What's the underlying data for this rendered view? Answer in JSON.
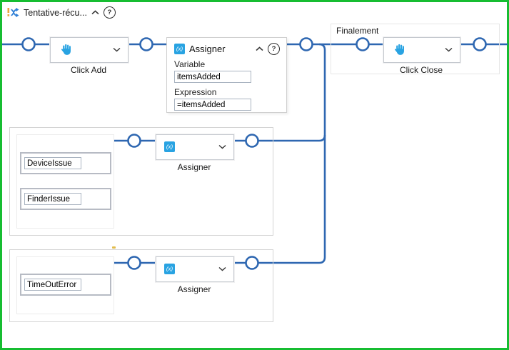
{
  "window": {
    "title": "Tentative-récu..."
  },
  "colors": {
    "selection_border_green": "#16bd31",
    "flow_line_blue": "#2e67b1",
    "activity_icon_blue": "#29a3e2",
    "warning_yellow": "#e2bd4e"
  },
  "icons": {
    "help_glyph": "?",
    "assign_glyph": "(x)"
  },
  "try_block": {
    "activity_click_add": {
      "label": "Click Add"
    },
    "activity_assign": {
      "title": "Assigner",
      "variable_label": "Variable",
      "variable_value": "itemsAdded",
      "expression_label": "Expression",
      "expression_value": "=itemsAdded"
    }
  },
  "finally_block": {
    "label": "Finalement",
    "activity_click_close": {
      "label": "Click Close"
    }
  },
  "catch_blocks": [
    {
      "exception_types": [
        "DeviceIssue",
        "FinderIssue"
      ],
      "activity": {
        "label": "Assigner"
      }
    },
    {
      "exception_types": [
        "TimeOutError"
      ],
      "activity": {
        "label": "Assigner"
      }
    }
  ]
}
